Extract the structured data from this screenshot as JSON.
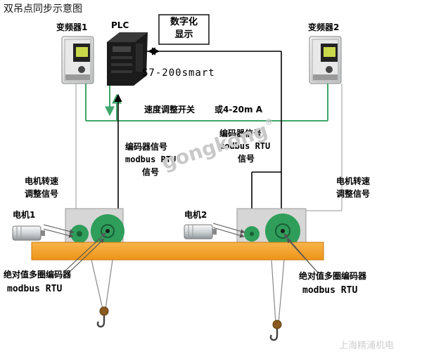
{
  "title": "双吊点同步示意图",
  "plc": {
    "label": "PLC",
    "model": "S7-200smart"
  },
  "display_box": {
    "line1": "数字化",
    "line2": "显示"
  },
  "inverter_1": {
    "label": "变频器1"
  },
  "inverter_2": {
    "label": "变频器2"
  },
  "speed_switch": {
    "label": "速度调整开关",
    "alt": "或4-20m A"
  },
  "encoder_signal_left": {
    "line1": "编码器信号",
    "line2": "modbus RTU",
    "line3": "信号"
  },
  "encoder_signal_right": {
    "line1": "编码器信号",
    "line2": "modbus RTU",
    "line3": "信号"
  },
  "motor_speed_left": {
    "line1": "电机转速",
    "line2": "调整信号"
  },
  "motor_speed_right": {
    "line1": "电机转速",
    "line2": "调整信号"
  },
  "motor_1": {
    "label": "电机1"
  },
  "motor_2": {
    "label": "电机2"
  },
  "encoder_left": {
    "line1": "绝对值多圈编码器",
    "line2": "modbus RTU"
  },
  "encoder_right": {
    "line1": "绝对值多圈编码器",
    "line2": "modbus RTU"
  },
  "watermark": "gongkong",
  "watermark_mark": "®",
  "source": "上海精浦机电",
  "colors": {
    "beam": "#f5a623",
    "drum": "#2e9e5a",
    "wire_green": "#3fa66a",
    "panel": "#d6d6d6"
  }
}
